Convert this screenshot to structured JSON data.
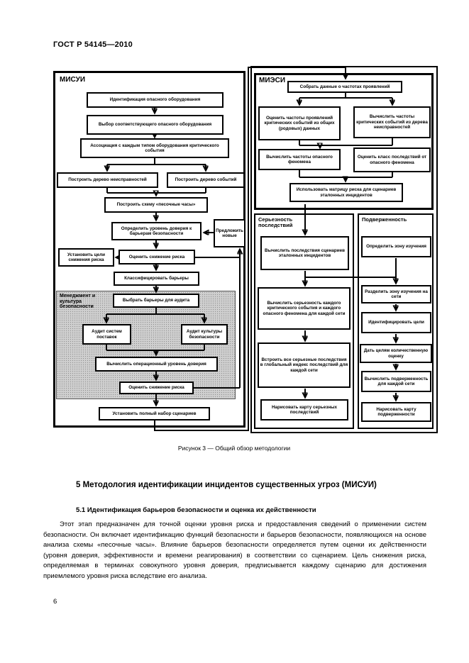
{
  "page": {
    "header": "ГОСТ Р 54145—2010",
    "page_number": "6"
  },
  "figure": {
    "caption": "Рисунок 3 — Общий обзор методологии",
    "panels": {
      "misui": "МИСУИ",
      "miesi": "МИЭСИ",
      "severity": "Серьезность последствий",
      "exposure": "Подверженность",
      "management": "Менеджмент и культура безопасности"
    },
    "boxes": {
      "b1": "Идентификация опасного оборудования",
      "b2": "Выбор соответствующего опасного оборудования",
      "b3": "Ассоциация с каждым типом оборудования критического события",
      "b4": "Построить дерево неисправностей",
      "b5": "Построить дерево событий",
      "b6": "Построить схему «песочные часы»",
      "b7": "Определить уровень доверия к барьерам безопасности",
      "b8": "Предложить новые",
      "b9": "Установить цели снижения риска",
      "b10": "Оценить снижение риска",
      "b11": "Классифицировать барьеры",
      "b12": "Выбрать барьеры для аудита",
      "b13": "Аудит систем поставок",
      "b14": "Аудит культуры безопасности",
      "b15": "Вычислить операционный уровень доверия",
      "b16": "Оценить снижение риска",
      "b17": "Установить полный набор сценариев",
      "b18": "Собрать данные о частотах проявлений",
      "b19": "Оценить частоты проявлений критических событий из общих (родовых) данных",
      "b20": "Вычислить частоты критических событий из дерева неисправностей",
      "b21": "Вычислить частоты опасного феномена",
      "b22": "Оценить класс последствий от опасного феномена",
      "b23": "Использовать матрицу риска для сценариев эталонных инцидентов",
      "b24": "Вычислить последствия сценариев эталонных инцидентов",
      "b25": "Вычислить серьезность каждого критического события и каждого опасного феномена для каждой сети",
      "b26": "Встроить все серьезные последствия в глобальный индекс последствий для каждой сети",
      "b27": "Нарисовать карту серьезных последствий",
      "b28": "Определить зону изучения",
      "b29": "Разделить зону изучения на сети",
      "b30": "Идентифицировать цели",
      "b31": "Дать целям количественную оценку",
      "b32": "Вычислить подверженность для каждой сети",
      "b33": "Нарисовать карту подверженности"
    }
  },
  "section": {
    "heading": "5  Методология идентификации инцидентов существенных угроз (МИСУИ)",
    "subheading": "5.1  Идентификация барьеров безопасности и оценка их действенности",
    "paragraph": "Этот этап предназначен для точной оценки уровня риска и предоставления сведений о применении систем безопасности. Он включает идентификацию функций безопасности и барьеров безопасности, появляющихся на основе анализа схемы «песочные часы». Влияние барьеров безопасности определяется путем оценки их действенности (уровня доверия, эффективности и времени реагирования) в соответствии со сценарием. Цель снижения риска, определяемая в терминах совокупного уровня доверия, предписывается каждому сценарию для достижения приемлемого уровня риска вследствие его анализа."
  }
}
